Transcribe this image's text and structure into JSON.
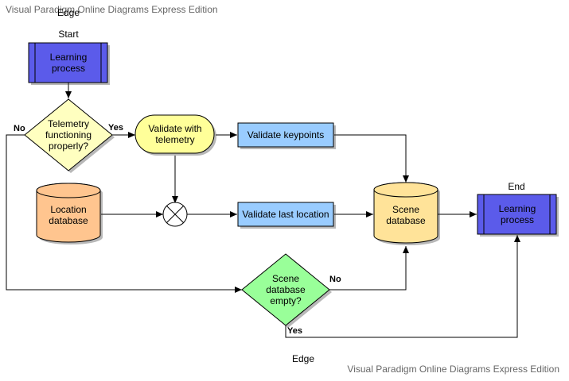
{
  "watermark": {
    "top": "Visual Paradigm Online Diagrams Express Edition",
    "bottom": "Visual Paradigm Online Diagrams Express Edition"
  },
  "labels": {
    "edge_top": "Edge",
    "edge_bottom": "Edge",
    "start": "Start",
    "end": "End",
    "no_left": "No",
    "yes_top": "Yes",
    "no_right": "No",
    "yes_bottom": "Yes"
  },
  "nodes": {
    "learning_start": {
      "line1": "Learning",
      "line2": "process"
    },
    "telemetry_decision": {
      "line1": "Telemetry",
      "line2": "functioning",
      "line3": "properly?"
    },
    "validate_telemetry": {
      "line1": "Validate with",
      "line2": "telemetry"
    },
    "validate_keypoints": {
      "line1": "Validate keypoints"
    },
    "location_db": {
      "line1": "Location",
      "line2": "database"
    },
    "validate_last_location": {
      "line1": "Validate last location"
    },
    "scene_db": {
      "line1": "Scene",
      "line2": "database"
    },
    "learning_end": {
      "line1": "Learning",
      "line2": "process"
    },
    "scene_empty_decision": {
      "line1": "Scene",
      "line2": "database",
      "line3": "empty?"
    }
  },
  "colors": {
    "process_purple": "#5b5bea",
    "decision_yellow": "#ffffc0",
    "terminal_yellow": "#ffff99",
    "process_blue": "#99ccff",
    "location_orange": "#ffc58f",
    "scene_yellow": "#ffe399",
    "decision_green": "#99ff99"
  }
}
